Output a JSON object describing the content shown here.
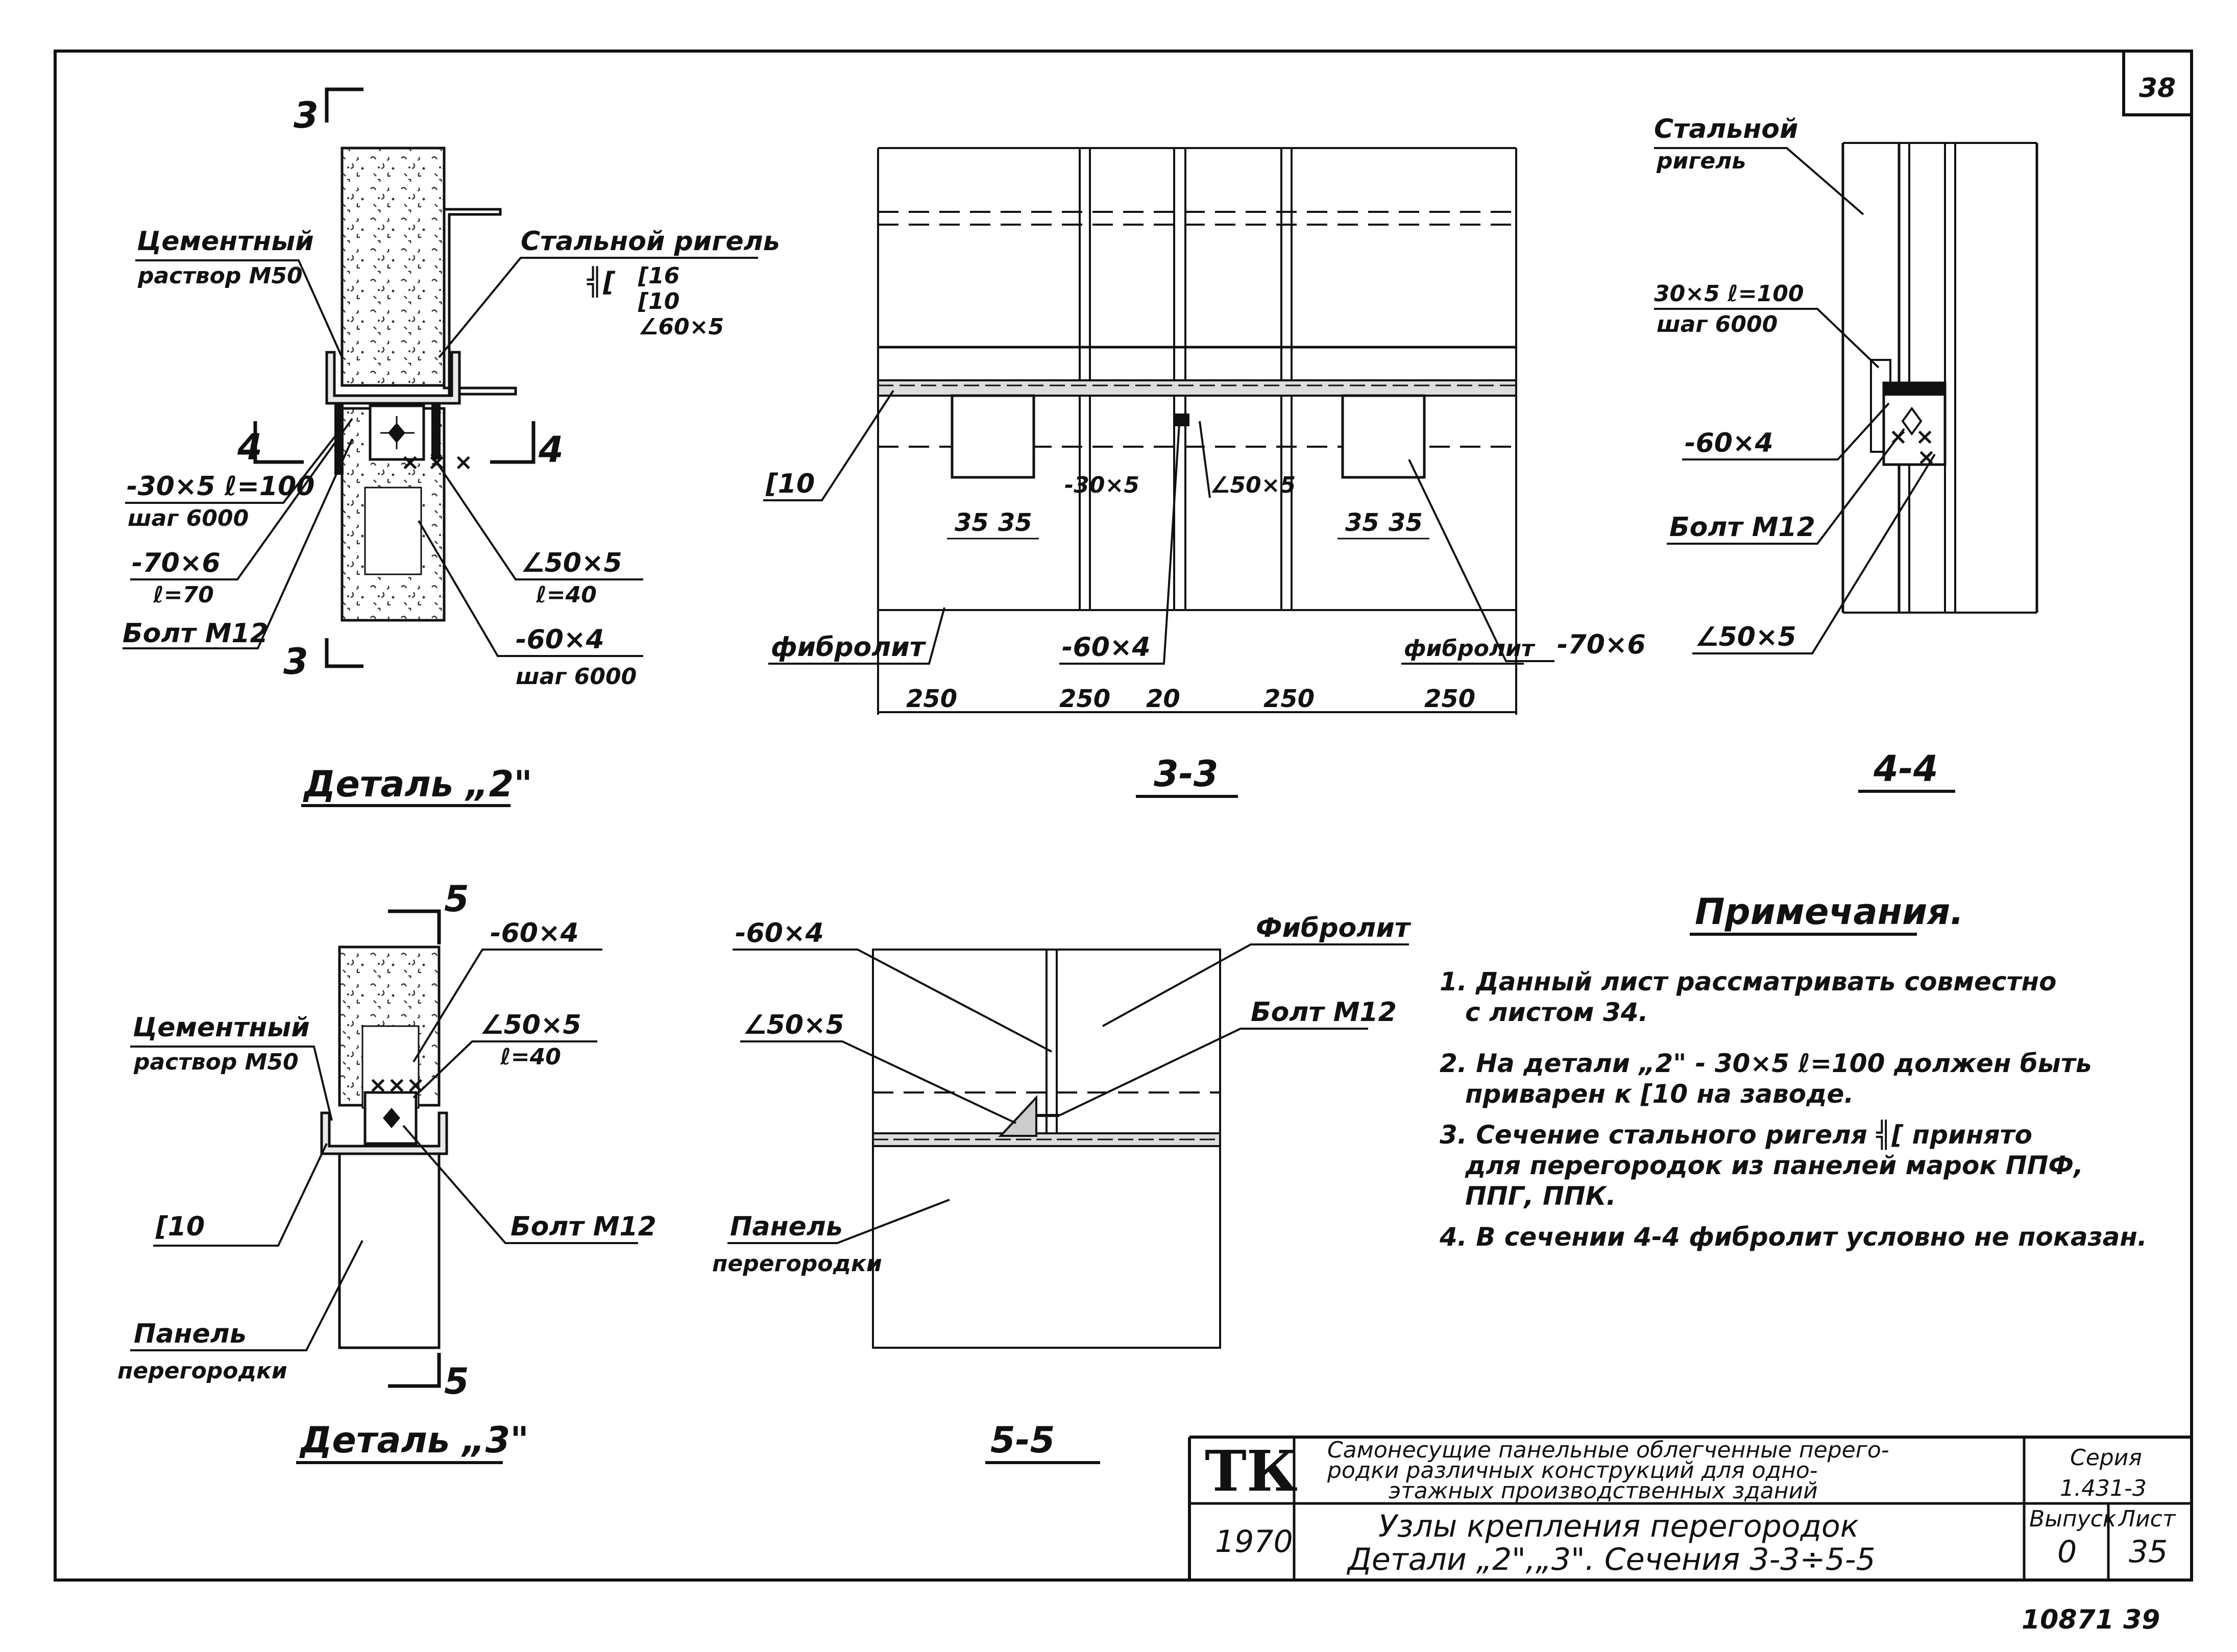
{
  "sheet_number": "38",
  "bottom_stamp": "10871 39",
  "detail2": {
    "title": "Деталь „2\"",
    "section_mark_top": "3",
    "section_mark_bottom": "3",
    "section_mark_left": "4",
    "section_mark_right": "4",
    "cement_label_1": "Цементный",
    "cement_label_2": "раствор М50",
    "rigel_label": "Стальной ригель",
    "rigel_specs": [
      "[16",
      "[10",
      "∠60×5"
    ],
    "plate_1": "-30×5 ℓ=100",
    "plate_1_step": "шаг 6000",
    "plate_2": "-70×6",
    "plate_2_len": "ℓ=70",
    "bolt": "Болт М12",
    "angle": "∠50×5",
    "angle_len": "ℓ=40",
    "strip": "-60×4",
    "strip_step": "шаг 6000"
  },
  "section33": {
    "title": "3-3",
    "channel": "[10",
    "plate": "-30×5",
    "angle": "∠50×5",
    "strip": "-60×4",
    "fibrolit_left": "фибролит",
    "fibrolit_right": "фибролит",
    "plate_right": "-70×6",
    "dim35": [
      "35",
      "35",
      "35",
      "35"
    ],
    "dims_bottom": [
      "250",
      "250",
      "20",
      "250",
      "250"
    ]
  },
  "section44": {
    "title": "4-4",
    "rigel_1": "Стальной",
    "rigel_2": "ригель",
    "plate": "30×5 ℓ=100",
    "plate_step": "шаг 6000",
    "strip": "-60×4",
    "bolt": "Болт М12",
    "angle": "∠50×5"
  },
  "detail3": {
    "title": "Деталь „3\"",
    "section_mark_top": "5",
    "section_mark_bottom": "5",
    "strip": "-60×4",
    "angle": "∠50×5",
    "angle_len": "ℓ=40",
    "cement_label_1": "Цементный",
    "cement_label_2": "раствор М50",
    "channel": "[10",
    "bolt": "Болт М12",
    "panel_1": "Панель",
    "panel_2": "перегородки"
  },
  "section55": {
    "title": "5-5",
    "strip": "-60×4",
    "angle": "∠50×5",
    "fibrolit": "Фибролит",
    "bolt": "Болт М12",
    "panel_1": "Панель",
    "panel_2": "перегородки"
  },
  "notes": {
    "heading": "Примечания.",
    "items": [
      "1. Данный лист рассматривать совместно",
      "с листом 34.",
      "2. На детали „2\" - 30×5 ℓ=100 должен быть",
      "приварен к [10 на заводе.",
      "3. Сечение стального ригеля ╣[ принято",
      "для перегородок из панелей марок ППФ,",
      "ППГ, ППК.",
      "4. В сечении 4-4 фибролит условно не показан."
    ]
  },
  "title_block": {
    "logo": "ТК",
    "year": "1970",
    "project_lines": [
      "Самонесущие панельные облегченные перего-",
      "родки различных конструкций для одно-",
      "этажных производственных зданий"
    ],
    "drawing_lines": [
      "Узлы крепления перегородок",
      "Детали „2\",„3\". Сечения 3-3÷5-5"
    ],
    "series_label": "Серия",
    "series_value": "1.431-3",
    "issue_label": "Выпуск",
    "issue_value": "0",
    "sheet_label": "Лист",
    "sheet_value": "35"
  }
}
